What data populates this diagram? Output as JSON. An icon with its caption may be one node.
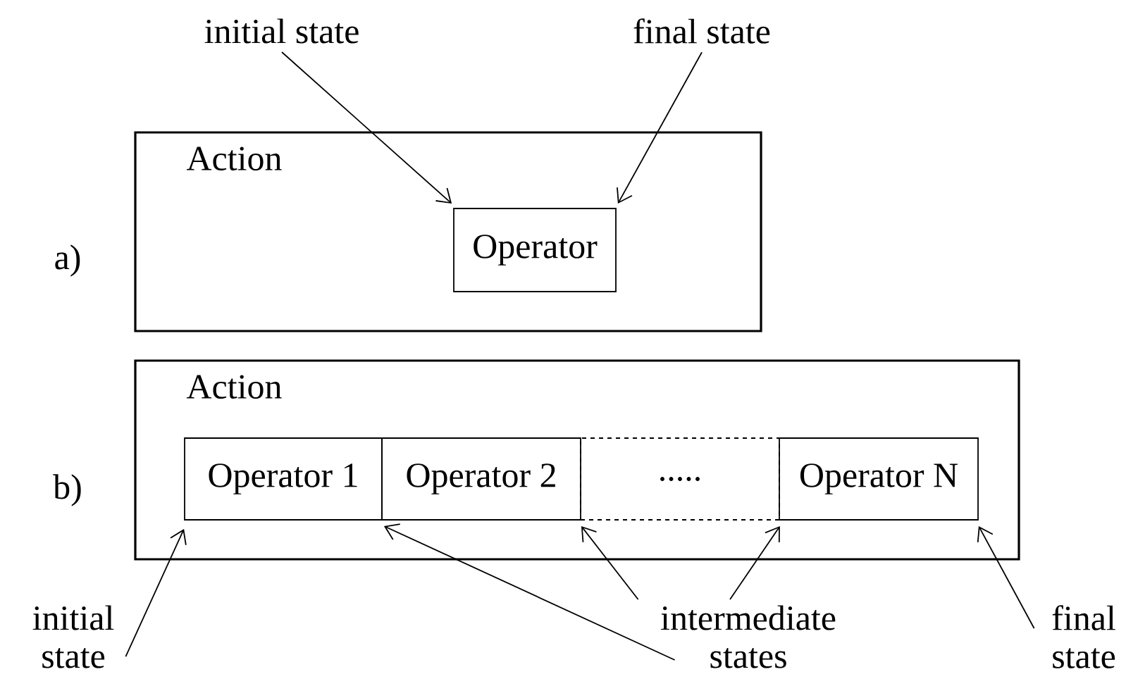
{
  "diagram": {
    "nodes": [
      {
        "text": [
          "Action"
        ]
      },
      {
        "text": [
          "Operator"
        ],
        "in": 0
      },
      {
        "text": [
          "initial state"
        ]
      },
      {
        "text": [
          "final state"
        ]
      },
      {
        "text": [
          "Action"
        ]
      },
      {
        "text": [
          "Operator 1"
        ],
        "in": 4
      },
      {
        "text": [
          "Operator 2"
        ],
        "in": 4
      },
      {
        "text": [
          "....."
        ],
        "in": 4
      },
      {
        "text": [
          "Operator N"
        ],
        "in": 4
      },
      {
        "text": [
          "initial state"
        ]
      },
      {
        "text": [
          "intermediate states"
        ]
      },
      {
        "text": [
          "final state"
        ]
      }
    ],
    "edges": [
      {
        "from": 2,
        "to": 1,
        "arrow": "to"
      },
      {
        "from": 3,
        "to": 1,
        "arrow": "to"
      },
      {
        "from": 9,
        "to": 5,
        "arrow": "to"
      },
      {
        "from": 10,
        "to": 5,
        "arrow": "to"
      },
      {
        "from": 10,
        "to": 6,
        "arrow": "to"
      },
      {
        "from": 10,
        "to": 7,
        "arrow": "to"
      },
      {
        "from": 11,
        "to": 8,
        "arrow": "to"
      }
    ],
    "labels": [
      "a)",
      "b)"
    ]
  }
}
